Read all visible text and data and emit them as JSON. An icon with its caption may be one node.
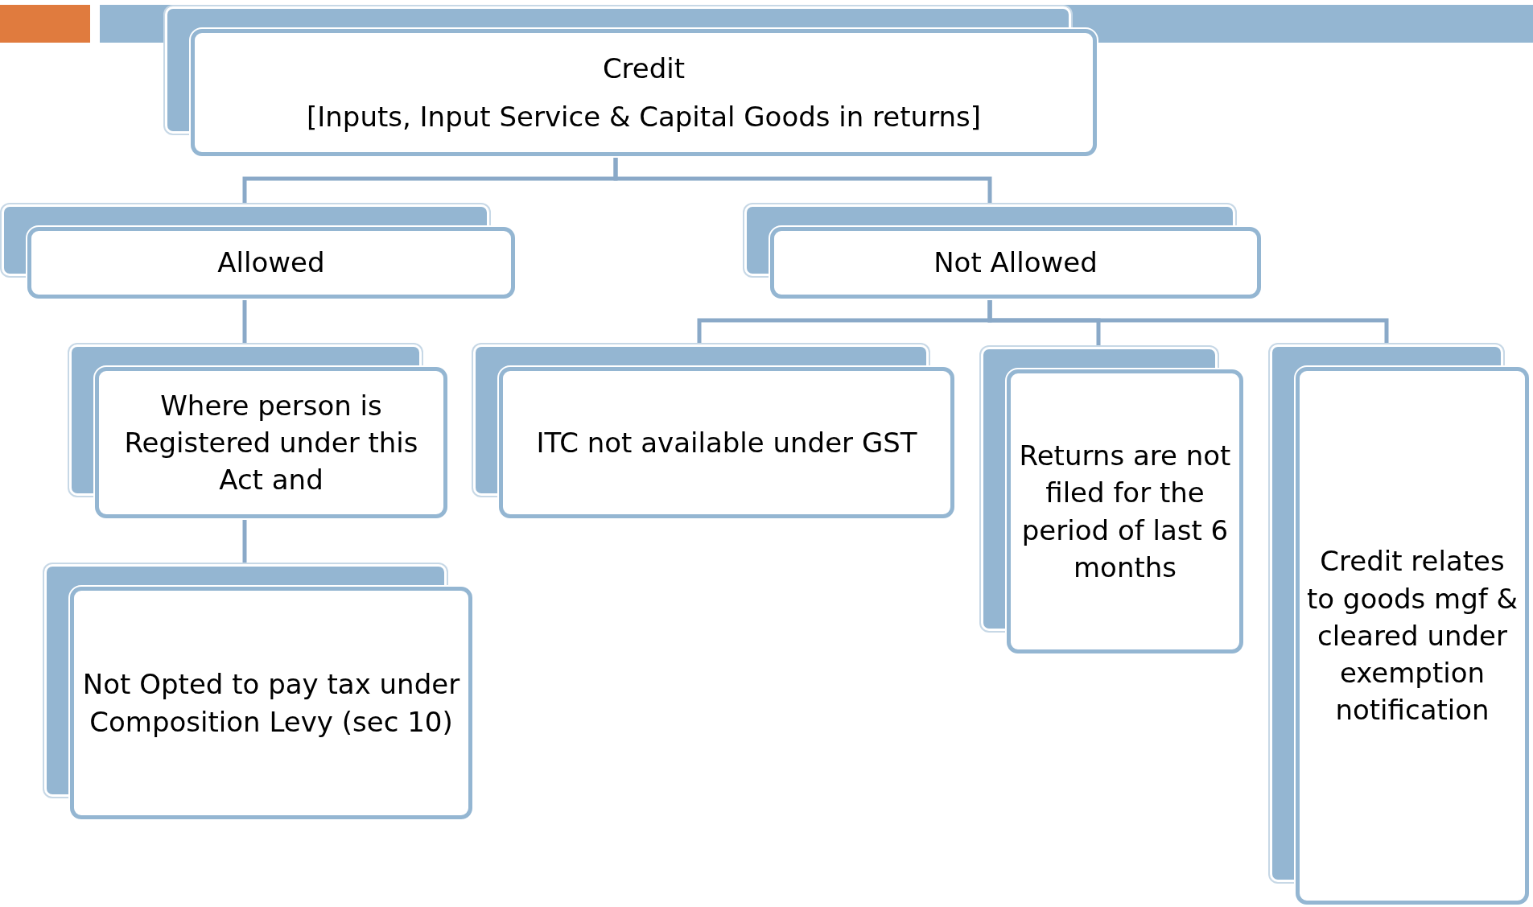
{
  "diagram": {
    "nodes": [
      {
        "text": [
          "Credit",
          "[Inputs, Input Service & Capital Goods in returns]"
        ]
      },
      {
        "text": [
          "Allowed"
        ]
      },
      {
        "text": [
          "Not Allowed"
        ]
      },
      {
        "text": [
          "Where person is Registered under this Act and"
        ]
      },
      {
        "text": [
          "Not Opted to pay tax under Composition Levy (sec 10)"
        ]
      },
      {
        "text": [
          "ITC not available under GST"
        ]
      },
      {
        "text": [
          "Returns are not filed for the period of last 6 months"
        ]
      },
      {
        "text": [
          "Credit relates to goods mgf & cleared under exemption notification"
        ]
      }
    ],
    "edges": [
      {
        "from": 0,
        "to": 1,
        "arrow": "none"
      },
      {
        "from": 0,
        "to": 2,
        "arrow": "none"
      },
      {
        "from": 1,
        "to": 3,
        "arrow": "none"
      },
      {
        "from": 3,
        "to": 4,
        "arrow": "none"
      },
      {
        "from": 2,
        "to": 5,
        "arrow": "none"
      },
      {
        "from": 2,
        "to": 6,
        "arrow": "none"
      },
      {
        "from": 2,
        "to": 7,
        "arrow": "none"
      }
    ]
  }
}
